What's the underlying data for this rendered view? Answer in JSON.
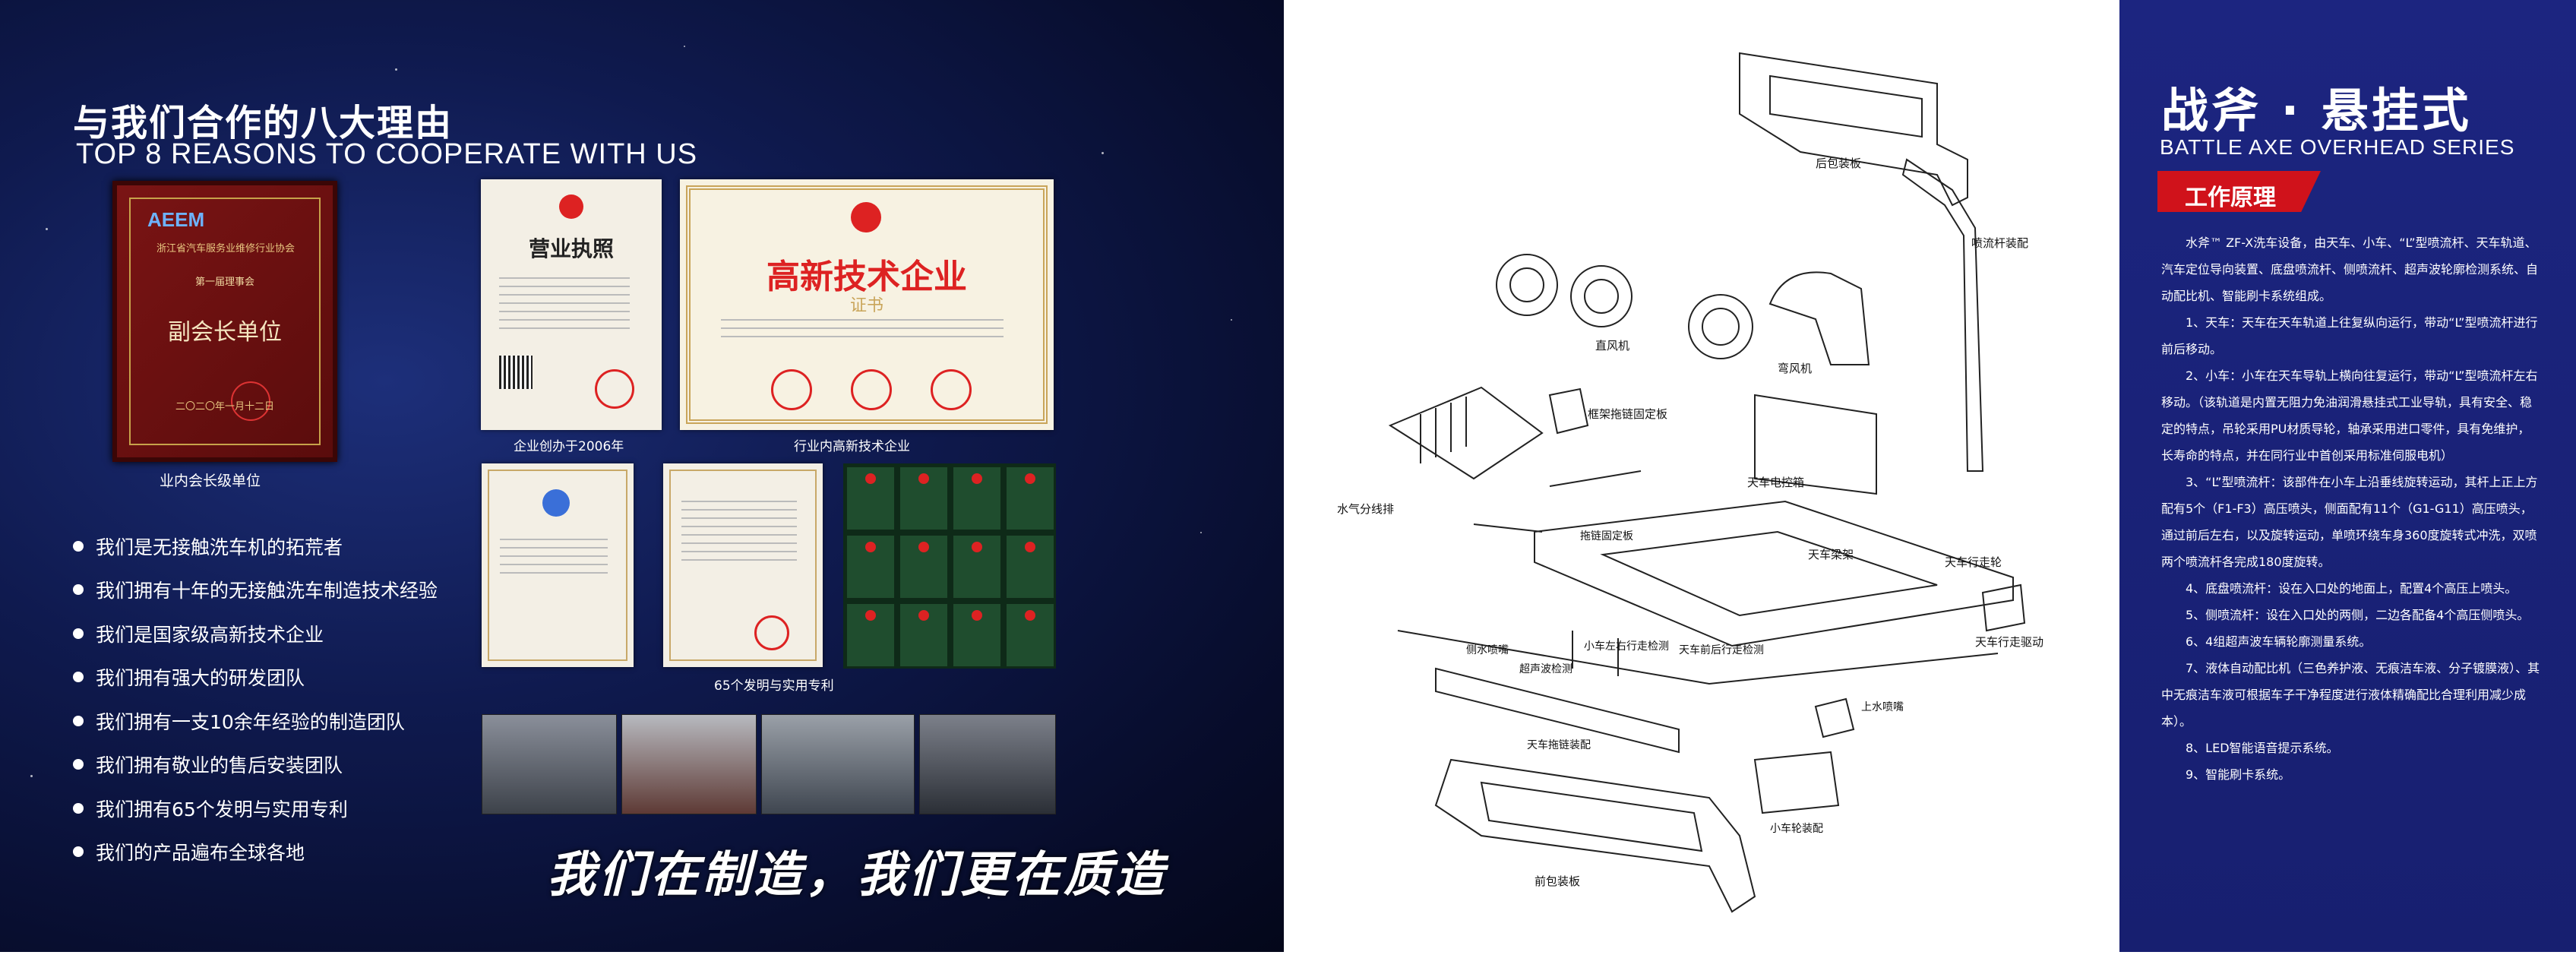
{
  "left": {
    "title_cn": "与我们合作的八大理由",
    "title_en": "TOP 8 REASONS TO COOPERATE WITH US",
    "plaque": {
      "logo": "AEEM",
      "association": "浙江省汽车服务业维修行业协会",
      "session": "第一届理事会",
      "main_text": "副会长单位",
      "date": "二〇二〇年一月十二日"
    },
    "captions": {
      "plaque": "业内会长级单位",
      "license": "企业创办于2006年",
      "hightech": "行业内高新技术企业",
      "patents": "65个发明与实用专利"
    },
    "license": {
      "title": "营业执照"
    },
    "hightech_cert": {
      "title": "高新技术企业",
      "sub": "证书"
    },
    "bullets": [
      "我们是无接触洗车机的拓荒者",
      "我们拥有十年的无接触洗车制造技术经验",
      "我们是国家级高新技术企业",
      "我们拥有强大的研发团队",
      "我们拥有一支10余年经验的制造团队",
      "我们拥有敬业的售后安装团队",
      "我们拥有65个发明与实用专利",
      "我们的产品遍布全球各地"
    ],
    "slogan": "我们在制造，我们更在质造"
  },
  "diagram": {
    "labels": {
      "rear_panel": "后包装板",
      "spray_arm": "喷流杆装配",
      "straight_fan": "直风机",
      "curved_fan": "弯风机",
      "frame_chain": "框架拖链固定板",
      "water_gas": "水气分线排",
      "control_box": "天车电控箱",
      "top_frame": "天车梁架",
      "travel_wheel": "天车行走轮",
      "travel_drive": "天车行走驱动",
      "chain_bracket": "拖链固定板",
      "side_nozzle": "侧水喷嘴",
      "position_detect": "小车左右行走检测",
      "ultra_detect": "超声波检测",
      "travel_detect": "天车前后行走检测",
      "spray": "上水喷嘴",
      "chain_slot": "天车拖链装配",
      "small_car": "小车轮装配",
      "front_panel": "前包装板"
    }
  },
  "right": {
    "title_cn": "战斧 · 悬挂式",
    "title_en": "BATTLE AXE OVERHEAD SERIES",
    "section": "工作原理",
    "paragraphs": [
      "水斧™ ZF-X洗车设备，由天车、小车、“L”型喷流杆、天车轨道、汽车定位导向装置、底盘喷流杆、侧喷流杆、超声波轮廓检测系统、自动配比机、智能刷卡系统组成。",
      "1、天车：天车在天车轨道上往复纵向运行，带动“L”型喷流杆进行前后移动。",
      "2、小车：小车在天车导轨上横向往复运行，带动“L”型喷流杆左右移动。（该轨道是内置无阻力免油润滑悬挂式工业导轨，具有安全、稳定的特点，吊轮采用PU材质导轮，轴承采用进口零件，具有免维护，长寿命的特点，并在同行业中首创采用标准伺服电机）",
      "3、“L”型喷流杆：该部件在小车上沿垂线旋转运动，其杆上正上方配有5个（F1-F3）高压喷头，侧面配有11个（G1-G11）高压喷头，通过前后左右，以及旋转运动，单喷环绕车身360度旋转式冲洗，双喷两个喷流杆各完成180度旋转。",
      "4、底盘喷流杆：设在入口处的地面上，配置4个高压上喷头。",
      "5、侧喷流杆：设在入口处的两侧，二边各配备4个高压侧喷头。",
      "6、4组超声波车辆轮廓测量系统。",
      "7、液体自动配比机（三色养护液、无痕洁车液、分子镀膜液）、其中无痕洁车液可根据车子干净程度进行液体精确配比合理利用减少成本）。",
      "8、LED智能语音提示系统。",
      "9、智能刷卡系统。"
    ]
  }
}
